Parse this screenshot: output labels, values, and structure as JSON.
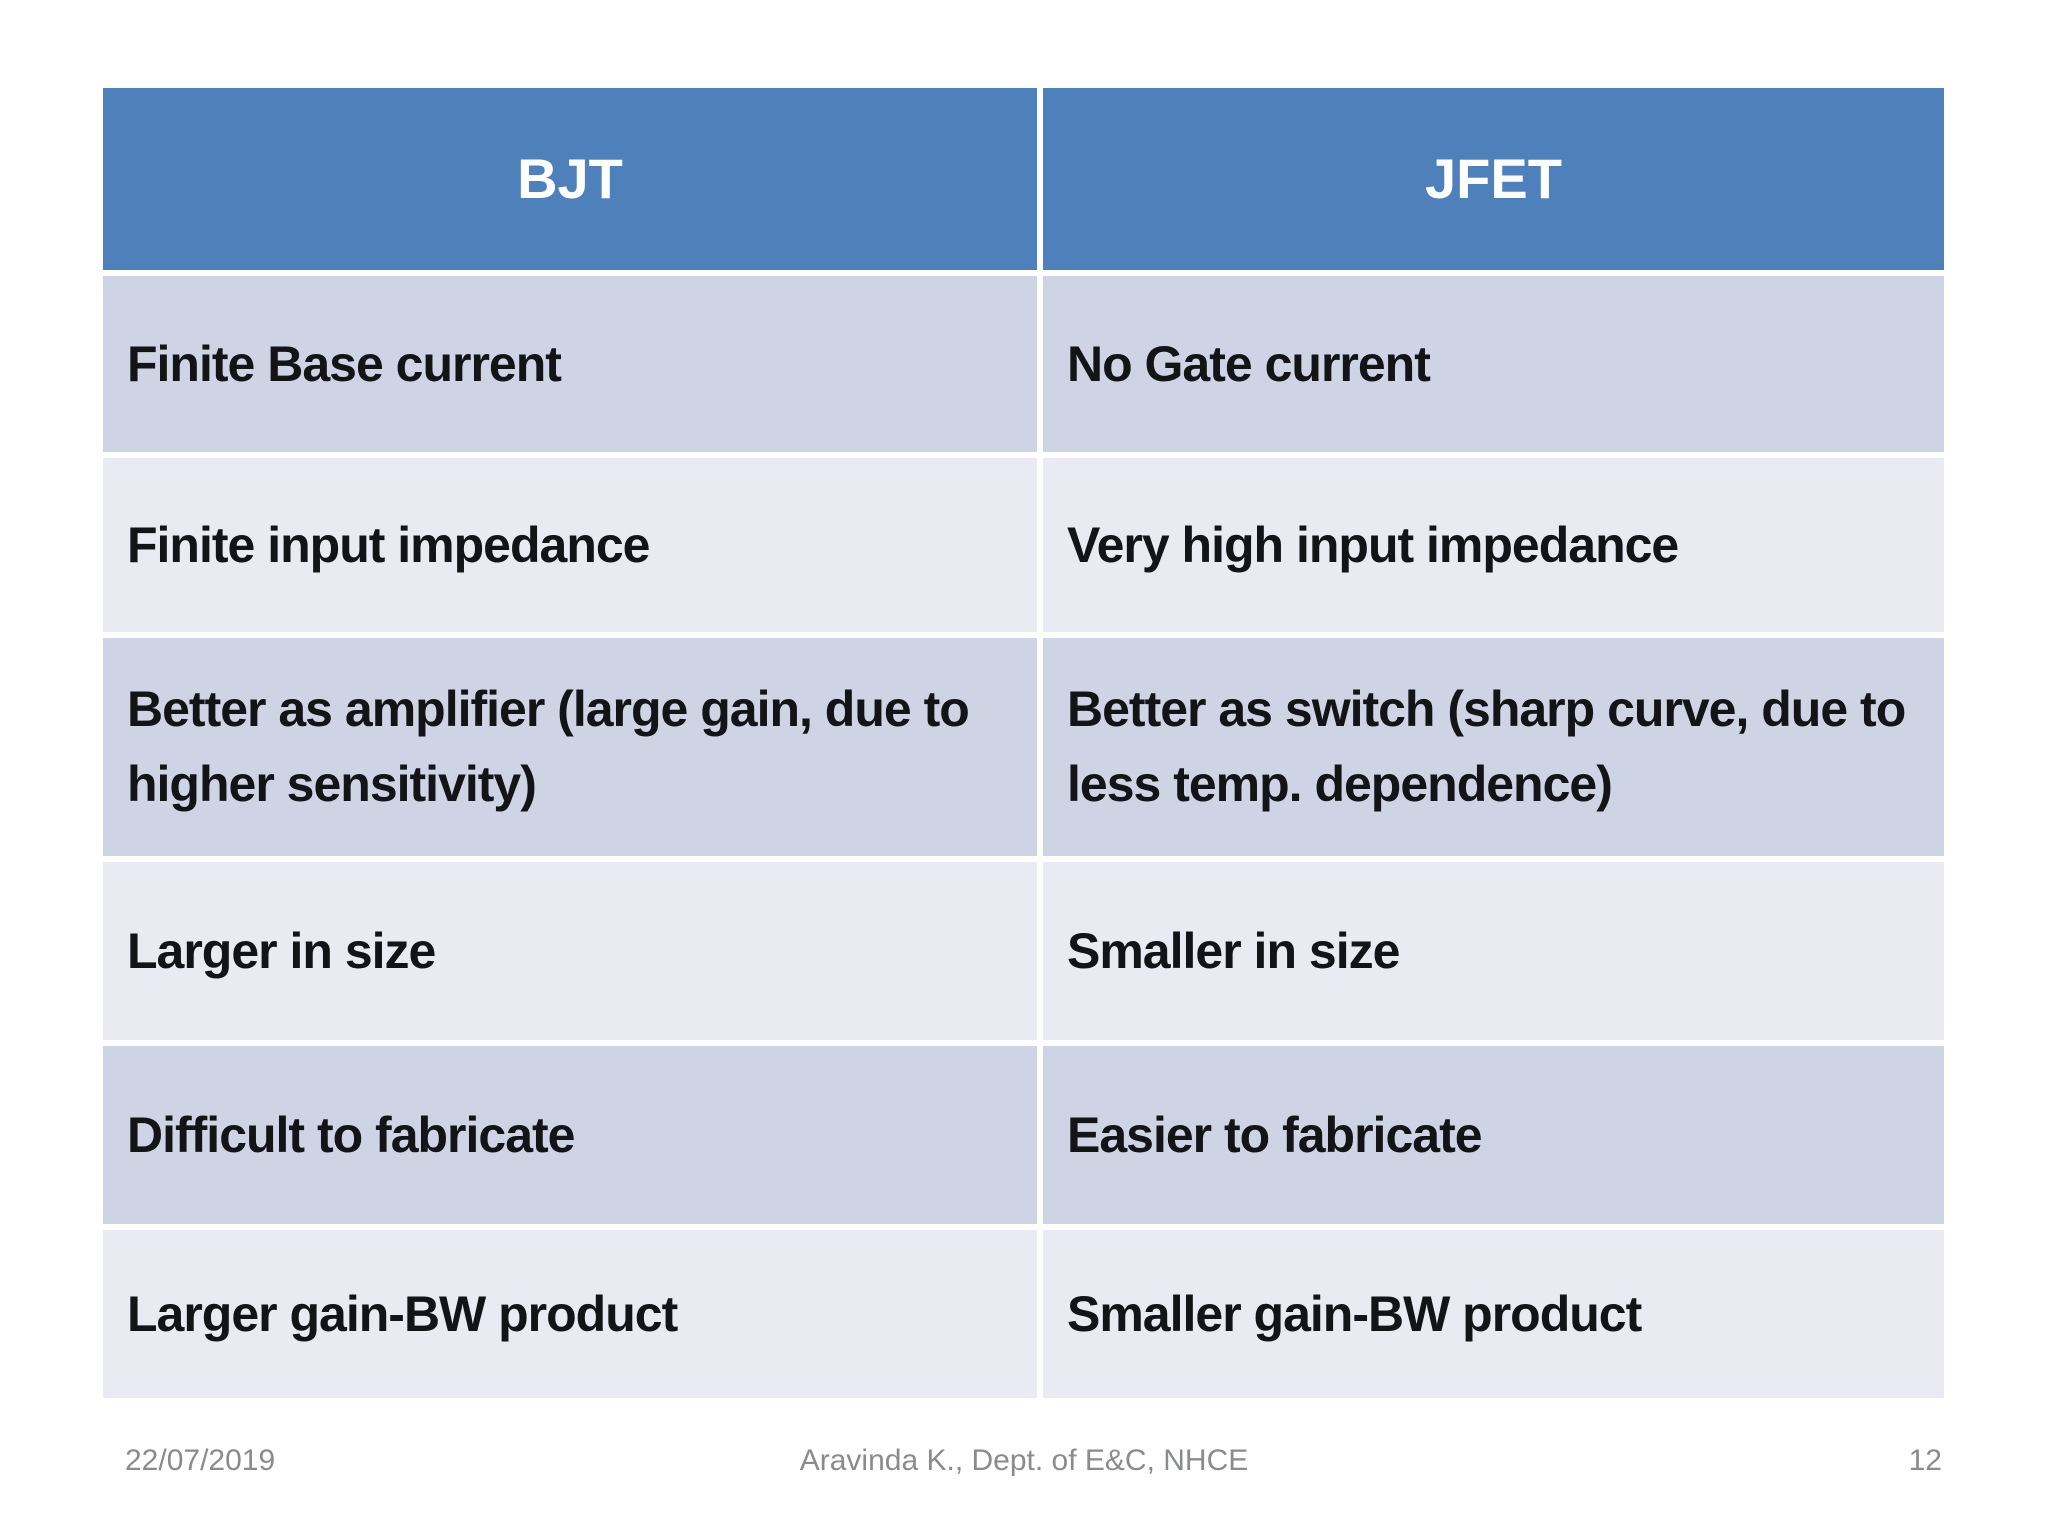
{
  "table": {
    "headers": [
      {
        "label": "BJT"
      },
      {
        "label": "JFET"
      }
    ],
    "rows": [
      {
        "bjt": "Finite Base current",
        "jfet": "No Gate current"
      },
      {
        "bjt": "Finite input impedance",
        "jfet": "Very high input impedance"
      },
      {
        "bjt": "Better as amplifier (large gain, due to higher sensitivity)",
        "jfet": "Better as switch (sharp curve, due to less temp. dependence)"
      },
      {
        "bjt": "Larger in size",
        "jfet": "Smaller in size"
      },
      {
        "bjt": "Difficult to fabricate",
        "jfet": "Easier to fabricate"
      },
      {
        "bjt": "Larger gain-BW product",
        "jfet": "Smaller gain-BW product"
      }
    ]
  },
  "footer": {
    "date": "22/07/2019",
    "credit": "Aravinda K., Dept. of E&C, NHCE",
    "page_number": "12"
  },
  "colors": {
    "header_bg": "#4e80bc",
    "header_text": "#ffffff",
    "row_band_dark": "#cfd4e4",
    "row_band_light": "#e9eaf2",
    "cell_text": "#121418",
    "footer_text": "#898b8e",
    "table_divider": "#ffffff"
  }
}
